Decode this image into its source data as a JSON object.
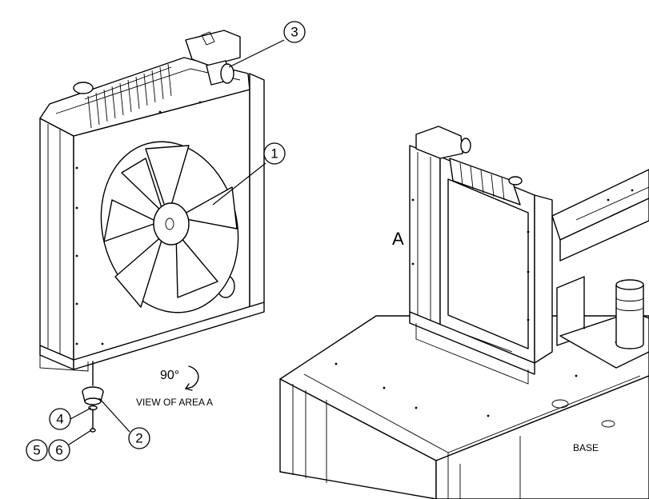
{
  "callouts": [
    {
      "id": "1",
      "label": "1"
    },
    {
      "id": "2",
      "label": "2"
    },
    {
      "id": "3",
      "label": "3"
    },
    {
      "id": "4",
      "label": "4"
    },
    {
      "id": "5",
      "label": "5"
    },
    {
      "id": "6",
      "label": "6"
    }
  ],
  "labels": {
    "area_letter": "A",
    "rotation": "90°",
    "view_caption": "VIEW OF AREA  A",
    "base": "BASE"
  }
}
